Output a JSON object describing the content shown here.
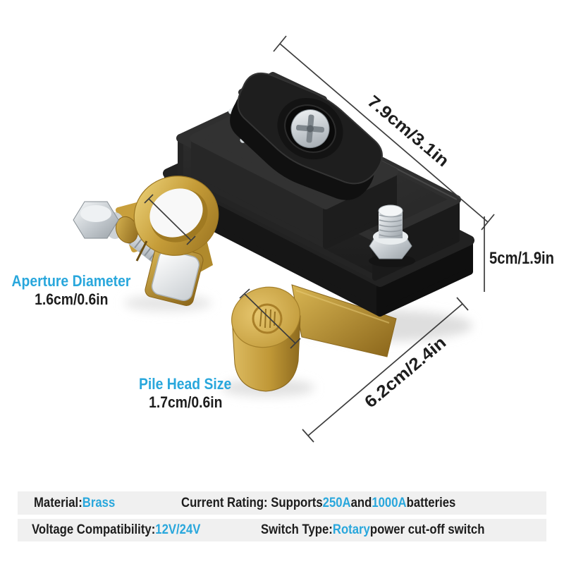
{
  "colors": {
    "accent": "#29a7dc",
    "text": "#1d1d1d",
    "bar_bg": "#f0f0f0",
    "dim_line": "#3c3c3c",
    "brass": "#c59c38",
    "plastic_black": "#2e2e2e",
    "chrome": "#d7dce0"
  },
  "dimensions": {
    "length": "7.9cm/3.1in",
    "height": "5cm/1.9in",
    "width": "6.2cm/2.4in"
  },
  "callouts": {
    "aperture_diameter": {
      "label": "Aperture Diameter",
      "value": "1.6cm/0.6in"
    },
    "pile_head_size": {
      "label": "Pile Head Size",
      "value": "1.7cm/0.6in"
    }
  },
  "specs": {
    "material": {
      "segments": [
        {
          "text": "Material: "
        },
        {
          "text": "Brass",
          "accent": true
        }
      ]
    },
    "current_rating": {
      "segments": [
        {
          "text": "Current Rating: Supports "
        },
        {
          "text": "250A",
          "accent": true
        },
        {
          "text": " and "
        },
        {
          "text": "1000A",
          "accent": true
        },
        {
          "text": " batteries"
        }
      ]
    },
    "voltage_compatibility": {
      "segments": [
        {
          "text": "Voltage Compatibility: "
        },
        {
          "text": "12V/24V",
          "accent": true
        }
      ]
    },
    "switch_type": {
      "segments": [
        {
          "text": "Switch Type: "
        },
        {
          "text": "Rotary",
          "accent": true
        },
        {
          "text": " power cut-off switch"
        }
      ]
    }
  }
}
